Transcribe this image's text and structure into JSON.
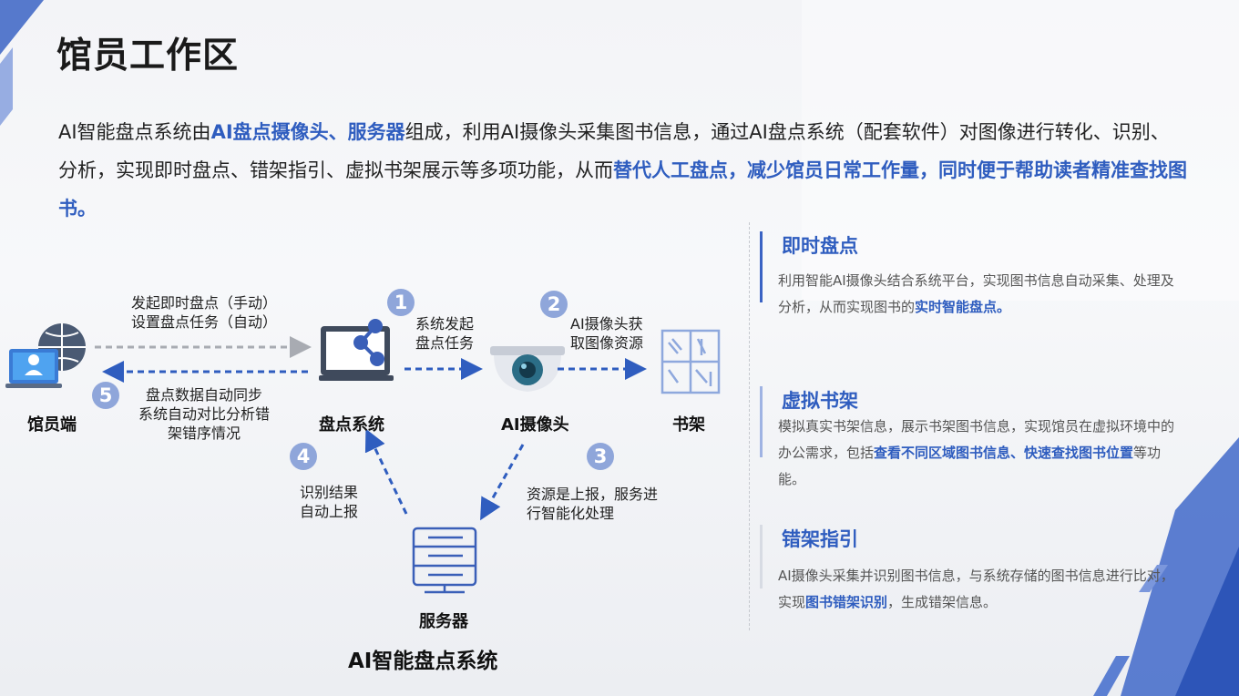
{
  "page": {
    "title": "馆员工作区"
  },
  "intro": {
    "p1": "AI智能盘点系统由",
    "h1": "AI盘点摄像头、服务器",
    "p2": "组成，利用AI摄像头采集图书信息，通过AI盘点系统（配套软件）对图像进行转化、识别、分析，实现即时盘点、错架指引、虚拟书架展示等多项功能，从而",
    "h2": "替代人工盘点，减少馆员日常工作量，同时便于帮助读者精准查找图书。"
  },
  "diagram": {
    "system_title": "AI智能盘点系统",
    "nodes": {
      "librarian": "馆员端",
      "inventory": "盘点系统",
      "camera": "AI摄像头",
      "shelf": "书架",
      "server": "服务器"
    },
    "steps": [
      {
        "num": "1",
        "line1": "系统发起",
        "line2": "盘点任务"
      },
      {
        "num": "2",
        "line1": "AI摄像头获",
        "line2": "取图像资源"
      },
      {
        "num": "3",
        "line1": "资源是上报，服务进",
        "line2": "行智能化处理"
      },
      {
        "num": "4",
        "line1": "识别结果",
        "line2": "自动上报"
      },
      {
        "num": "5",
        "line1": "盘点数据自动同步",
        "line2": "系统自动对比分析错",
        "line3": "架错序情况"
      }
    ],
    "trigger": {
      "line1": "发起即时盘点（手动）",
      "line2": "设置盘点任务（自动）"
    }
  },
  "features": [
    {
      "title": "即时盘点",
      "desc_a": "利用智能AI摄像头结合系统平台，实现图书信息自动采集、处理及分析，从而实现图书的",
      "desc_hl": "实时智能盘点。",
      "desc_b": ""
    },
    {
      "title": "虚拟书架",
      "desc_a": "模拟真实书架信息，展示书架图书信息，实现馆员在虚拟环境中的办公需求，包括",
      "desc_hl": "查看不同区域图书信息、快速查找图书位置",
      "desc_b": "等功能。"
    },
    {
      "title": "错架指引",
      "desc_a": "AI摄像头采集并识别图书信息，与系统存储的图书信息进行比对，实现",
      "desc_hl": "图书错架识别",
      "desc_b": "，生成错架信息。"
    }
  ],
  "colors": {
    "accent": "#2f5dbf",
    "badge": "#8fa6da",
    "arrow": "#2f5dbf",
    "arrow_grey": "#a8abb2"
  }
}
